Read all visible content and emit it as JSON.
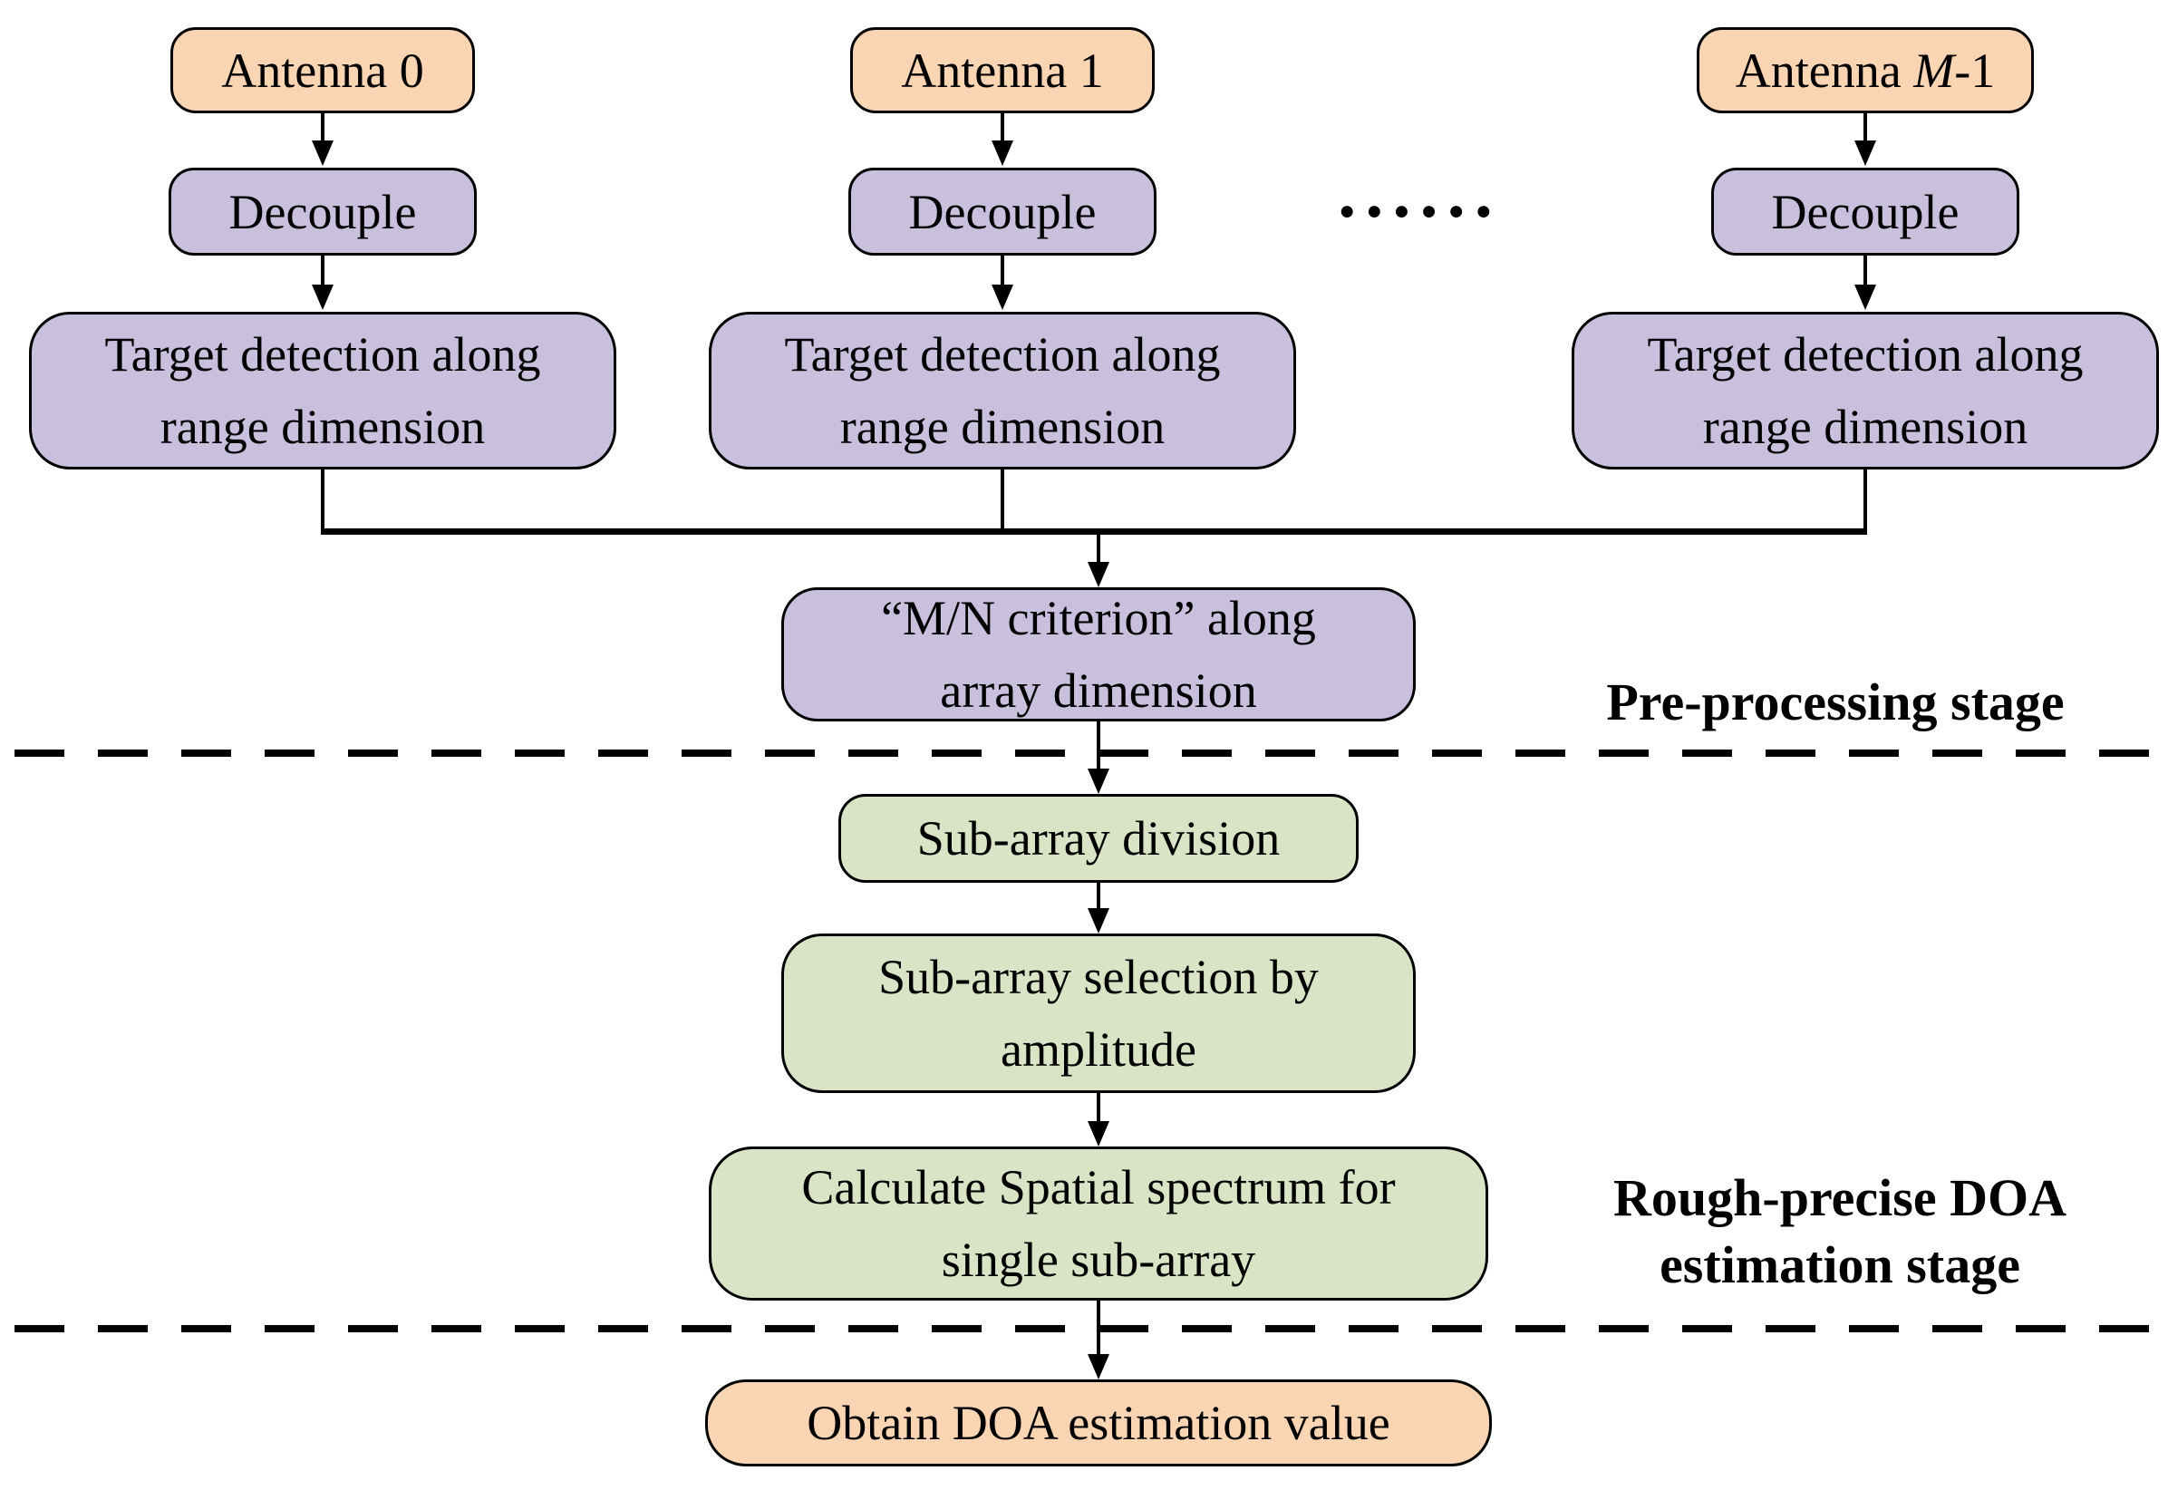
{
  "colors": {
    "antenna_fill": "#F9D5B4",
    "process_fill": "#C8C0DC",
    "estimation_fill": "#D9E4C6",
    "line_color": "#000000"
  },
  "columns": [
    {
      "antenna_label": "Antenna 0",
      "decouple_label": "Decouple",
      "detect_line1": "Target detection along",
      "detect_line2": "range dimension"
    },
    {
      "antenna_label": "Antenna 1",
      "decouple_label": "Decouple",
      "detect_line1": "Target detection along",
      "detect_line2": "range dimension"
    },
    {
      "antenna_prefix": "Antenna ",
      "antenna_var": "M",
      "antenna_suffix": "-1",
      "decouple_label": "Decouple",
      "detect_line1": "Target detection along",
      "detect_line2": "range dimension"
    }
  ],
  "ellipsis_dots": "●●●●●●",
  "merge_box": {
    "line1": "“M/N criterion” along",
    "line2": "array dimension"
  },
  "stage_labels": {
    "preprocessing": "Pre-processing stage",
    "rough_precise_line1": "Rough-precise DOA",
    "rough_precise_line2": "estimation stage"
  },
  "estimation_boxes": {
    "division": "Sub-array division",
    "selection_line1": "Sub-array selection by",
    "selection_line2": "amplitude",
    "spectrum_line1": "Calculate Spatial spectrum for",
    "spectrum_line2": "single sub-array"
  },
  "output_box": {
    "label": "Obtain DOA estimation value"
  }
}
